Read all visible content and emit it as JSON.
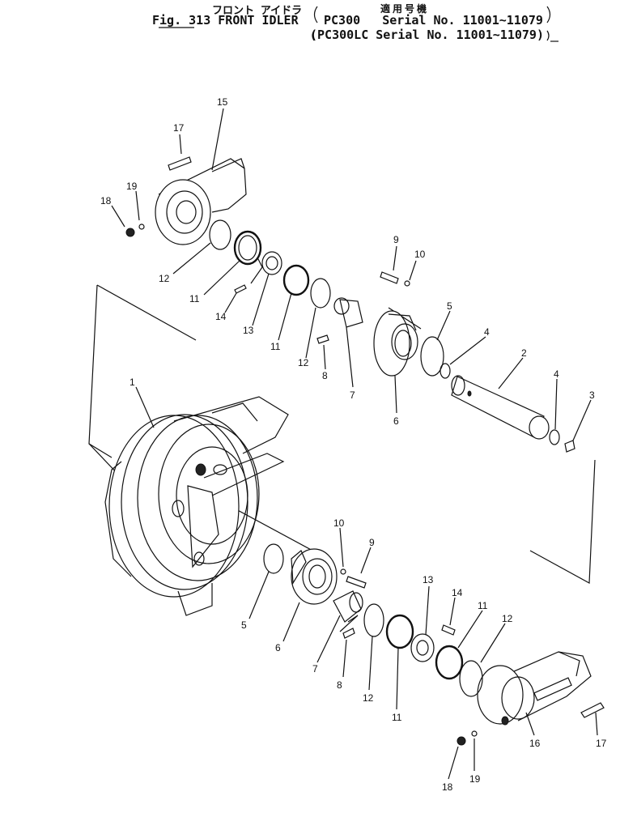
{
  "header": {
    "title_jp": "フロント アイドラ",
    "applicability_jp": "適用号機",
    "fig_number": "Fig. 313",
    "fig_title": "FRONT IDLER",
    "serial_lines": [
      {
        "model": "PC300",
        "serial": "Serial No. 11001~11079"
      },
      {
        "model": "PC300LC",
        "serial": "Serial No. 11001~11079"
      }
    ]
  },
  "callouts": {
    "c1": "1",
    "c2": "2",
    "c3": "3",
    "c4a": "4",
    "c4b": "4",
    "c5a": "5",
    "c5b": "5",
    "c6a": "6",
    "c6b": "6",
    "c7a": "7",
    "c7b": "7",
    "c8a": "8",
    "c8b": "8",
    "c9a": "9",
    "c9b": "9",
    "c10a": "10",
    "c10b": "10",
    "c11a": "11",
    "c11b": "11",
    "c11c": "11",
    "c11d": "11",
    "c12a": "12",
    "c12b": "12",
    "c12c": "12",
    "c12d": "12",
    "c13a": "13",
    "c13b": "13",
    "c14a": "14",
    "c14b": "14",
    "c15": "15",
    "c16": "16",
    "c17a": "17",
    "c17b": "17",
    "c18a": "18",
    "c18b": "18",
    "c19a": "19",
    "c19b": "19"
  }
}
